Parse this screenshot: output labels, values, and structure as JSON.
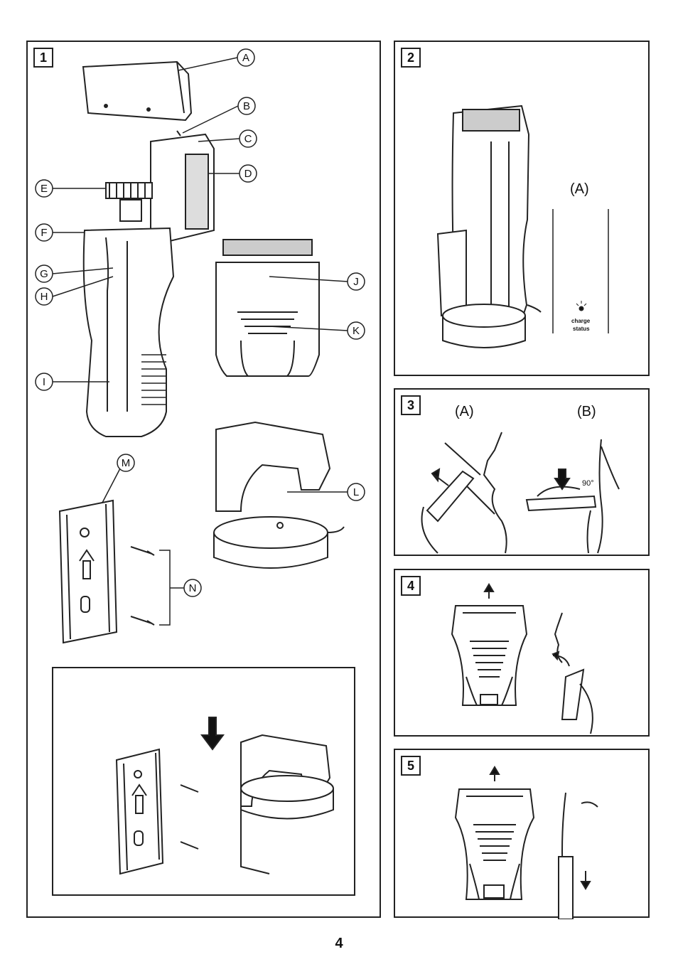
{
  "panels": {
    "p1": {
      "number": "1",
      "callouts": [
        "A",
        "B",
        "C",
        "D",
        "E",
        "F",
        "G",
        "H",
        "I",
        "J",
        "K",
        "L",
        "M",
        "N"
      ]
    },
    "p2": {
      "number": "2",
      "label": "(A)",
      "indicator_line1": "charge",
      "indicator_line2": "status"
    },
    "p3": {
      "number": "3",
      "label_a": "(A)",
      "label_b": "(B)",
      "angle_b": "90°"
    },
    "p4": {
      "number": "4"
    },
    "p5": {
      "number": "5"
    }
  },
  "page_number": "4"
}
